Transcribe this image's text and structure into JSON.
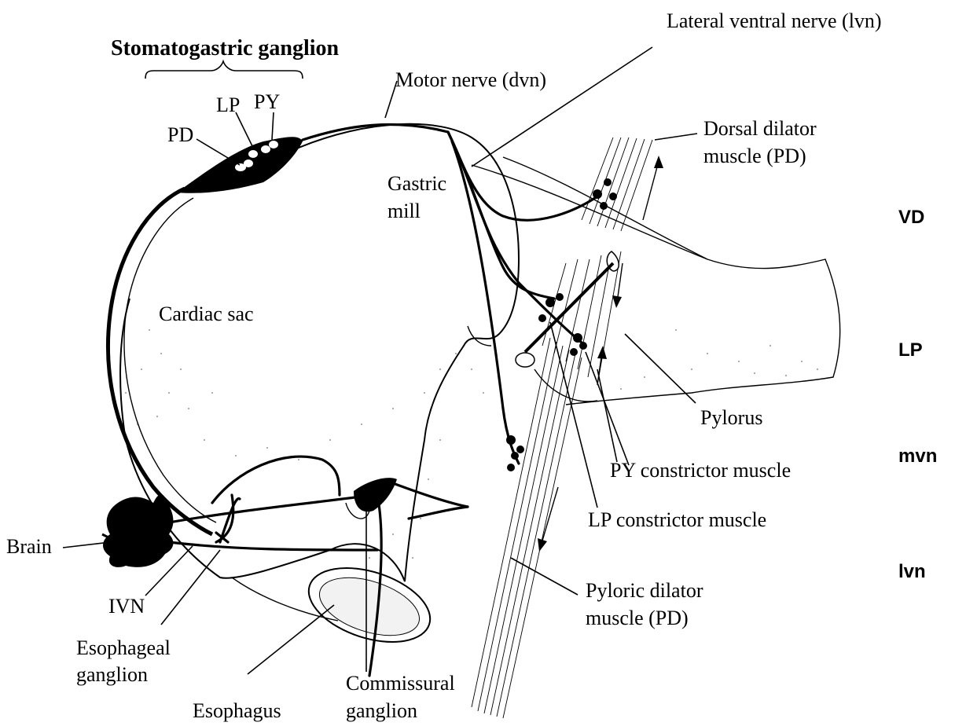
{
  "title": "Stomatogastric ganglion",
  "labels": {
    "lvn_top": "Lateral ventral nerve (lvn)",
    "motor_nerve": "Motor nerve (dvn)",
    "lp": "LP",
    "py": "PY",
    "pd": "PD",
    "dorsal_dilator_1": "Dorsal dilator",
    "dorsal_dilator_2": "muscle (PD)",
    "gastric_1": "Gastric",
    "gastric_2": "mill",
    "cardiac_sac": "Cardiac sac",
    "pylorus": "Pylorus",
    "py_constrictor": "PY constrictor muscle",
    "lp_constrictor": "LP constrictor muscle",
    "pyloric_dilator_1": "Pyloric dilator",
    "pyloric_dilator_2": "muscle (PD)",
    "brain": "Brain",
    "ivn": "IVN",
    "esophageal_1": "Esophageal",
    "esophageal_2": "ganglion",
    "esophagus": "Esophagus",
    "commissural_1": "Commissural",
    "commissural_2": "ganglion"
  },
  "traces": {
    "vd": "VD",
    "lp": "LP",
    "mvn": "mvn",
    "lvn": "lvn"
  },
  "colors": {
    "ink": "#000000",
    "paper": "#ffffff"
  }
}
